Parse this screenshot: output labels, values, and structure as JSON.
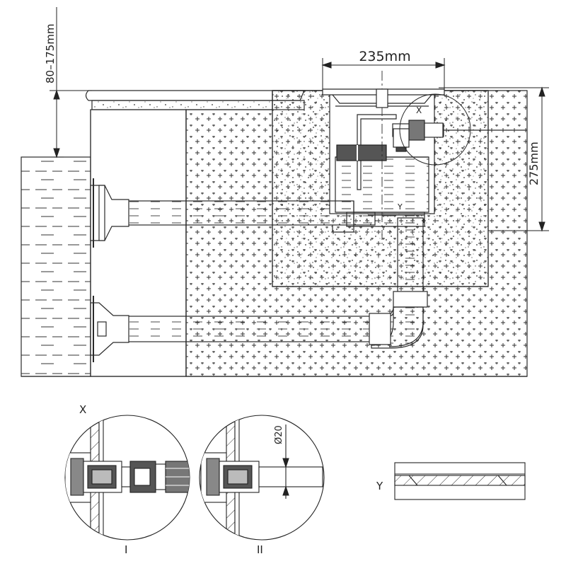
{
  "dimensions": {
    "depth_range": "80–175mm",
    "width": "235mm",
    "height": "275mm",
    "pipe_diameter": "Ø20"
  },
  "detail_labels": {
    "x_marker": "X",
    "y_marker": "Y",
    "x_detail_title": "X",
    "y_detail_title": "Y",
    "variant_one": "I",
    "variant_two": "II"
  },
  "colors": {
    "stroke": "#2a2a2a",
    "water_fill": "#ffffff",
    "dark_fill": "#444444",
    "mid_fill": "#999999"
  }
}
